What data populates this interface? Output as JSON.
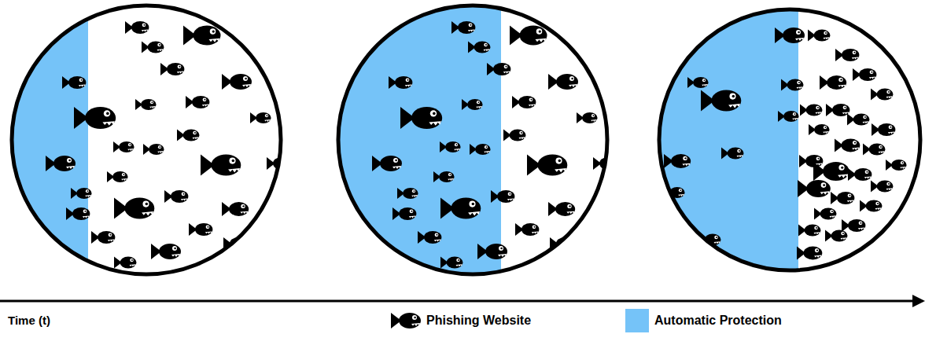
{
  "diagram": {
    "labels": [
      "Time (t)"
    ],
    "legend": [
      {
        "text": "Phishing Website"
      },
      {
        "text": "Automatic Protection",
        "color": "#75c3f8"
      }
    ]
  }
}
